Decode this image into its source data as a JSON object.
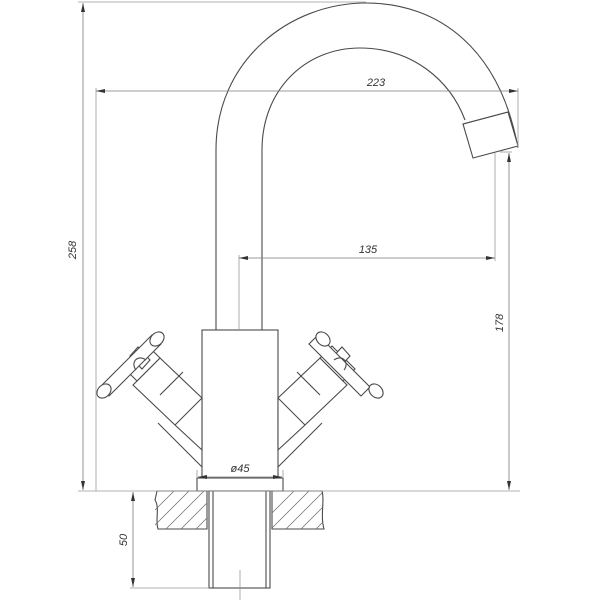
{
  "drawing": {
    "title": "Faucet technical drawing",
    "subject": "Two-handle basin mixer with swivel spout",
    "units": "mm",
    "colors": {
      "line": "#4a4a4a",
      "dimension": "#7a7a7a",
      "text": "#333333",
      "background": "#ffffff"
    }
  },
  "dimensions": {
    "overall_height": {
      "label": "258",
      "orientation": "vertical"
    },
    "spout_reach": {
      "label": "223",
      "orientation": "horizontal"
    },
    "spout_offset": {
      "label": "135",
      "orientation": "horizontal"
    },
    "spout_outlet_height": {
      "label": "178",
      "orientation": "vertical"
    },
    "body_diameter": {
      "label": "ø45",
      "orientation": "horizontal"
    },
    "shank_length": {
      "label": "50",
      "orientation": "vertical"
    }
  },
  "parts": [
    {
      "name": "spout"
    },
    {
      "name": "spout-aerator"
    },
    {
      "name": "body"
    },
    {
      "name": "left-cross-handle"
    },
    {
      "name": "right-cross-handle"
    },
    {
      "name": "base-plate"
    },
    {
      "name": "countertop-section"
    },
    {
      "name": "mounting-shank"
    }
  ]
}
